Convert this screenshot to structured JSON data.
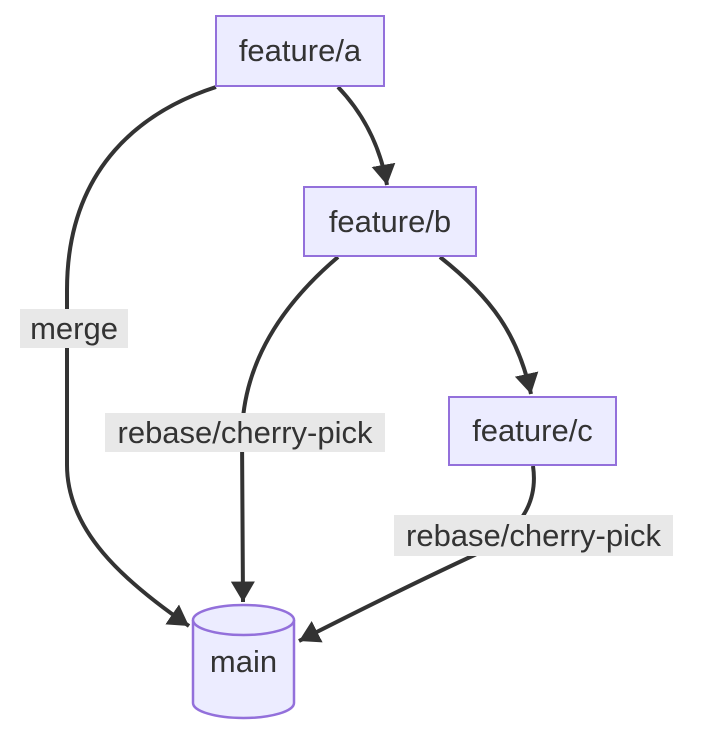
{
  "diagram": {
    "type": "flowchart-git-branches",
    "background": "#ffffff",
    "colors": {
      "node_fill": "#ECECFF",
      "node_border": "#9370DB",
      "edge_stroke": "#333333",
      "text": "#333333",
      "edge_label_bg": "#e8e8e8"
    },
    "nodes": [
      {
        "id": "feature-a",
        "label": "feature/a",
        "shape": "rectangle"
      },
      {
        "id": "feature-b",
        "label": "feature/b",
        "shape": "rectangle"
      },
      {
        "id": "feature-c",
        "label": "feature/c",
        "shape": "rectangle"
      },
      {
        "id": "main",
        "label": "main",
        "shape": "cylinder"
      }
    ],
    "edges": [
      {
        "from": "feature/a",
        "to": "feature/b",
        "label": ""
      },
      {
        "from": "feature/a",
        "to": "main",
        "label": "merge"
      },
      {
        "from": "feature/b",
        "to": "main",
        "label": "rebase/cherry-pick"
      },
      {
        "from": "feature/b",
        "to": "feature/c",
        "label": ""
      },
      {
        "from": "feature/c",
        "to": "main",
        "label": "rebase/cherry-pick"
      }
    ]
  }
}
